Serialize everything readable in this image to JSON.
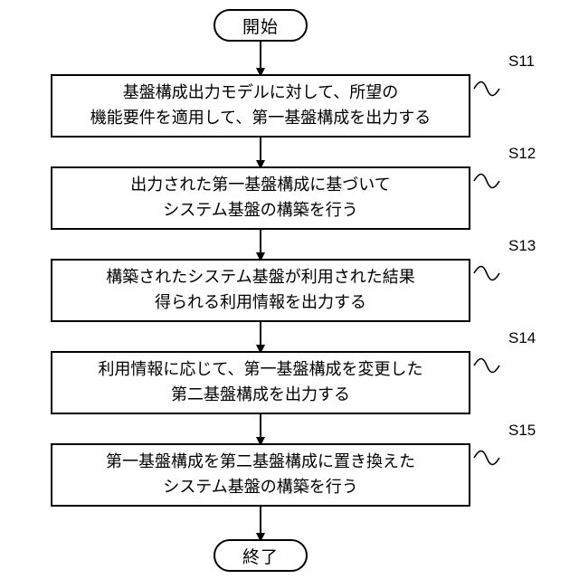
{
  "start_label": "開始",
  "end_label": "終了",
  "steps": [
    {
      "id": "S11",
      "lines": [
        "基盤構成出力モデルに対して、所望の",
        "機能要件を適用して、第一基盤構成を出力する"
      ]
    },
    {
      "id": "S12",
      "lines": [
        "出力された第一基盤構成に基づいて",
        "システム基盤の構築を行う"
      ]
    },
    {
      "id": "S13",
      "lines": [
        "構築されたシステム基盤が利用された結果",
        "得られる利用情報を出力する"
      ]
    },
    {
      "id": "S14",
      "lines": [
        "利用情報に応じて、第一基盤構成を変更した",
        "第二基盤構成を出力する"
      ]
    },
    {
      "id": "S15",
      "lines": [
        "第一基盤構成を第二基盤構成に置き換えた",
        "システム基盤の構築を行う"
      ]
    }
  ]
}
